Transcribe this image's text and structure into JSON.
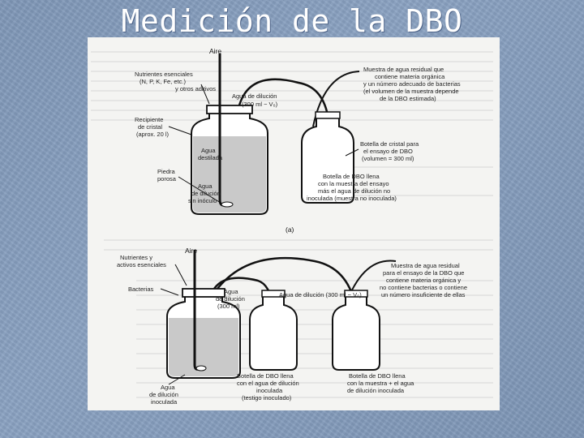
{
  "slide": {
    "title": "Medición de la DBO"
  },
  "figure_a": {
    "label": "(a)",
    "aire": "Aire",
    "nutrientes": [
      "Nutrientes esenciales",
      "(N, P, K, Fe, etc.)",
      "y otros aditivos"
    ],
    "recipiente": [
      "Recipiente",
      "de cristal",
      "(aprox. 20 l)"
    ],
    "agua_destilada": [
      "Agua",
      "destilada"
    ],
    "piedra": [
      "Piedra",
      "porosa"
    ],
    "agua_dilucion_sin": [
      "Agua",
      "de dilución",
      "sin inóculo"
    ],
    "agua_dilucion_tube": [
      "Agua de dilución",
      "(300 ml − V₀)"
    ],
    "muestra": [
      "Muestra de agua residual que",
      "contiene materia orgánica",
      "y un número adecuado de bacterias",
      "(el volumen de la muestra depende",
      "de la DBO estimada)"
    ],
    "botella_cristal": [
      "Botella de cristal para",
      "el ensayo de DBO",
      "(volumen = 300 ml)"
    ],
    "botella_llena": [
      "Botella de DBO llena",
      "con la muestra del ensayo",
      "más el agua de dilución no",
      "inoculada (muestra no inoculada)"
    ]
  },
  "figure_b": {
    "aire": "Aire",
    "nutrientes": [
      "Nutrientes y",
      "activos esenciales"
    ],
    "bacterias": "Bacterias",
    "agua_dilucion_left": [
      "Agua",
      "de dilución",
      "(300 ml)"
    ],
    "agua_dilucion_tube": "Agua de dilución (300 ml − V₀)",
    "muestra": [
      "Muestra de agua residual",
      "para el ensayo de la DBO que",
      "contiene materia orgánica y",
      "no contiene bacterias o contiene",
      "un número insuficiente de ellas"
    ],
    "agua_inoculada": [
      "Agua",
      "de dilución",
      "inoculada"
    ],
    "botella_testigo": [
      "Botella de DBO llena",
      "con el agua de dilución",
      "inoculada",
      "(testigo inoculado)"
    ],
    "botella_muestra": [
      "Botella de DBO llena",
      "con la muestra + el agua",
      "de dilución inoculada"
    ]
  }
}
